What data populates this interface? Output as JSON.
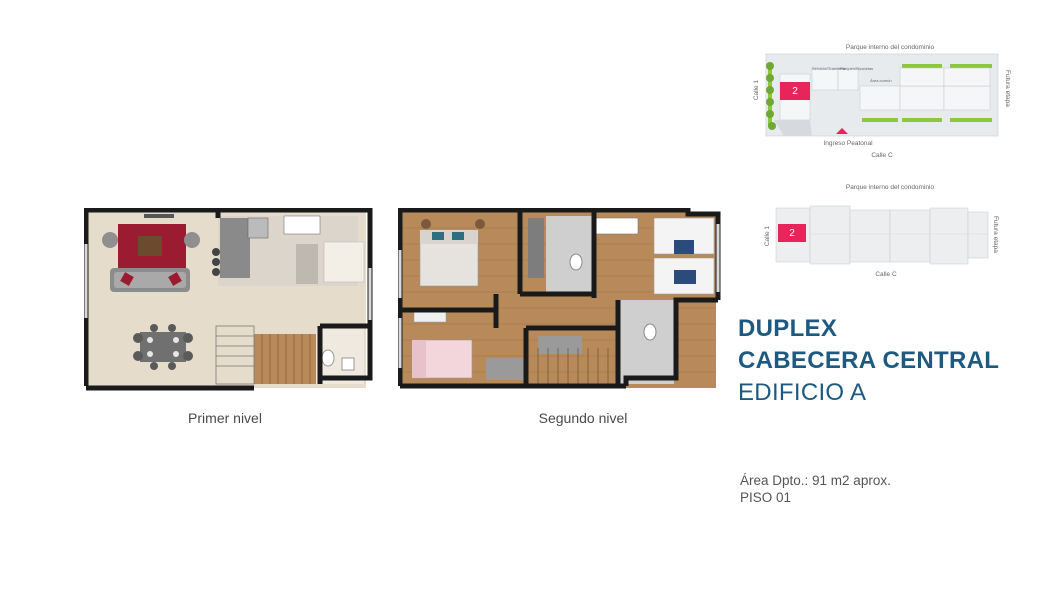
{
  "plans": {
    "level1_label": "Primer nivel",
    "level2_label": "Segundo nivel"
  },
  "title": {
    "line1": "DUPLEX",
    "line2": "CABECERA CENTRAL",
    "line3": "EDIFICIO A"
  },
  "info": {
    "area": "Área Dpto.: 91 m2 aprox.",
    "floor": "PISO 01"
  },
  "site_map": {
    "park_label": "Parque interno del condominio",
    "street1": "Calle 1",
    "street_c": "Calle C",
    "future_stage": "Futura etapa",
    "pedestrian_entrance": "Ingreso Peatonal",
    "amenity1": "Servicio/Guardería",
    "amenity2": "Parqueo/Bicicletas",
    "amenity3": "Área común",
    "unit_number": "2"
  },
  "floor_map": {
    "park_label": "Parque interno del condominio",
    "street1": "Calle 1",
    "street_c": "Calle C",
    "future_stage": "Futura etapa",
    "unit_number": "2"
  },
  "colors": {
    "title": "#1e5a80",
    "highlight_unit": "#e8245a",
    "green_area": "#8dc63f",
    "wall": "#1a1a1a",
    "floor_tile": "#e6dccb",
    "wood": "#b88a5a",
    "sofa_rug": "#9b1b30"
  }
}
